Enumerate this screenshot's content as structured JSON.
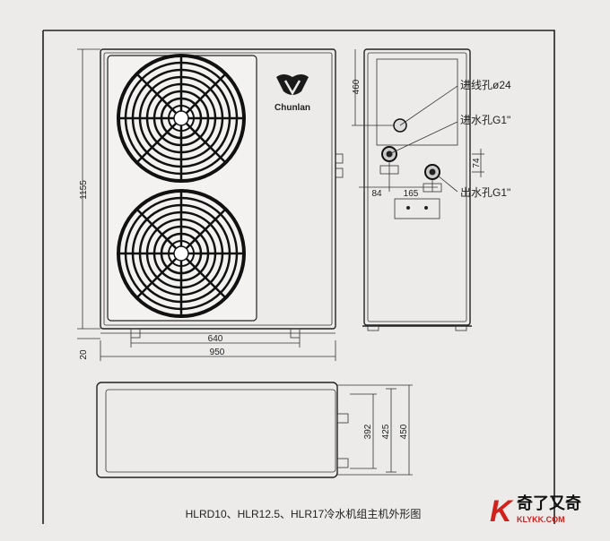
{
  "brand": {
    "logo_text": "Chunlan"
  },
  "front_view": {
    "height_label": "1155",
    "foot_label": "20",
    "width_inner_label": "640",
    "width_label": "950"
  },
  "side_view": {
    "top_label": "460",
    "offset_label": "74",
    "left_label": "84",
    "spacing_label": "165",
    "callouts": {
      "wire_hole": "进线孔ø24",
      "water_inlet": "进水孔G1\"",
      "water_outlet": "出水孔G1\""
    }
  },
  "top_view": {
    "depth_inner_label": "392",
    "depth_mid_label": "425",
    "depth_label": "450"
  },
  "caption": "HLRD10、HLR12.5、HLR17冷水机组主机外形图",
  "watermark": {
    "brand_glyph": "K",
    "brand_text": "奇了又奇",
    "url": "KLYKK.COM"
  },
  "colors": {
    "paper": "#ecebea",
    "line": "#222222",
    "watermark_red": "#d2201c"
  }
}
